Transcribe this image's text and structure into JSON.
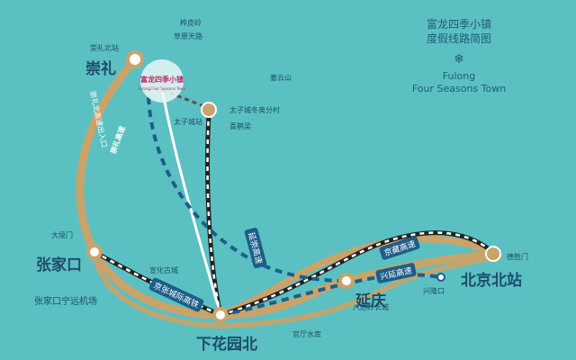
{
  "title": {
    "line1": "富龙四季小镇",
    "line2": "度假线路简图"
  },
  "english": {
    "line1": "Fulong",
    "line2": "Four Seasons Town"
  },
  "logo": {
    "cn": "富龙四季小镇",
    "en": "Fulong Four Seasons Town"
  },
  "cities": {
    "chongli": "崇礼",
    "zhangjiakou": "张家口",
    "xiahuayuan": "下花园北",
    "yanqing": "延庆",
    "beijing": "北京北站"
  },
  "stations": {
    "chongli_north": "崇礼北站",
    "taizicheng": "太子城站"
  },
  "places": {
    "hualing": "桦皮岭",
    "caoyuan": "草原天路",
    "saiyun": "塞云山",
    "taizi_resort": "太子城冬奥分村",
    "xiwei": "喜鹊梁",
    "dajing": "大境门",
    "airport": "张家口宁远机场",
    "xuanhua": "宣化古城",
    "guanting": "官厅水库",
    "badaling": "八达岭长城",
    "xinglong": "兴隆口",
    "deshengmen": "德胜门"
  },
  "routes": {
    "chongli_highway": "崇礼高速",
    "chongli_exit": "崇礼北高速出入口",
    "zhangjiakou_railway": "京张城际高铁",
    "yanchong": "延崇高速",
    "jingzang": "京藏高速",
    "xingyan": "兴延高速"
  },
  "colors": {
    "background": "#5bc0c2",
    "road": "#c9a36a",
    "dash": "#1c5e8a",
    "rail": "#222222"
  }
}
